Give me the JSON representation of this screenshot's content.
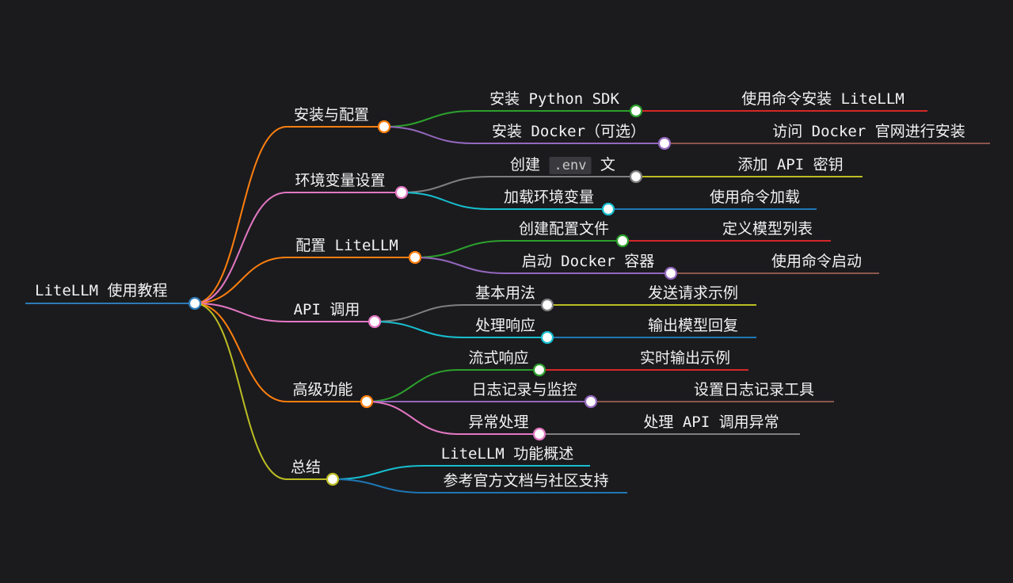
{
  "root": {
    "label": "LiteLLM 使用教程",
    "color": "#2c7bb6"
  },
  "branches": [
    {
      "label": "安装与配置",
      "color": "#ff7f0e",
      "children": [
        {
          "label": "安装 Python SDK",
          "color": "#2ca02c",
          "children": [
            {
              "label": "使用命令安装 LiteLLM",
              "color": "#d62728"
            }
          ]
        },
        {
          "label": "安装 Docker（可选）",
          "color": "#9467bd",
          "children": [
            {
              "label": "访问 Docker 官网进行安装",
              "color": "#8c564b"
            }
          ]
        }
      ]
    },
    {
      "label": "环境变量设置",
      "color": "#e377c2",
      "children": [
        {
          "label_parts": [
            "创建",
            ".env",
            "文"
          ],
          "color": "#7f7f7f",
          "children": [
            {
              "label": "添加 API 密钥",
              "color": "#bcbd22"
            }
          ]
        },
        {
          "label": "加载环境变量",
          "color": "#17becf",
          "children": [
            {
              "label": "使用命令加载",
              "color": "#1f77b4"
            }
          ]
        }
      ]
    },
    {
      "label": "配置 LiteLLM",
      "color": "#ff7f0e",
      "children": [
        {
          "label": "创建配置文件",
          "color": "#2ca02c",
          "children": [
            {
              "label": "定义模型列表",
              "color": "#d62728"
            }
          ]
        },
        {
          "label": "启动 Docker 容器",
          "color": "#9467bd",
          "children": [
            {
              "label": "使用命令启动",
              "color": "#8c564b"
            }
          ]
        }
      ]
    },
    {
      "label": "API 调用",
      "color": "#e377c2",
      "children": [
        {
          "label": "基本用法",
          "color": "#7f7f7f",
          "children": [
            {
              "label": "发送请求示例",
              "color": "#bcbd22"
            }
          ]
        },
        {
          "label": "处理响应",
          "color": "#17becf",
          "children": [
            {
              "label": "输出模型回复",
              "color": "#1f77b4"
            }
          ]
        }
      ]
    },
    {
      "label": "高级功能",
      "color": "#ff7f0e",
      "children": [
        {
          "label": "流式响应",
          "color": "#2ca02c",
          "children": [
            {
              "label": "实时输出示例",
              "color": "#d62728"
            }
          ]
        },
        {
          "label": "日志记录与监控",
          "color": "#9467bd",
          "children": [
            {
              "label": "设置日志记录工具",
              "color": "#8c564b"
            }
          ]
        },
        {
          "label": "异常处理",
          "color": "#e377c2",
          "children": [
            {
              "label": "处理 API 调用异常",
              "color": "#7f7f7f"
            }
          ]
        }
      ]
    },
    {
      "label": "总结",
      "color": "#bcbd22",
      "children": [
        {
          "label": "LiteLLM 功能概述",
          "color": "#17becf",
          "children": []
        },
        {
          "label": "参考官方文档与社区支持",
          "color": "#1f77b4",
          "children": []
        }
      ]
    }
  ]
}
